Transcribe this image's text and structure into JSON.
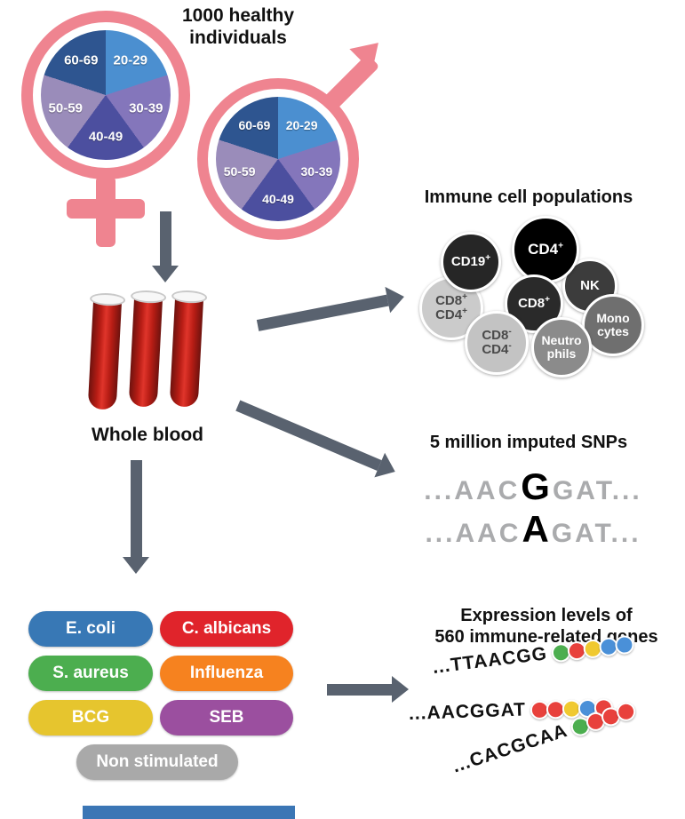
{
  "header": {
    "title_line1": "1000 healthy",
    "title_line2": "individuals"
  },
  "demographics": {
    "age_groups": [
      "20-29",
      "30-39",
      "40-49",
      "50-59",
      "60-69"
    ],
    "pie_colors": {
      "age_20_29": "#4b8fd0",
      "age_30_39": "#8476bb",
      "age_40_49": "#4c4f9f",
      "age_50_59": "#9a8cba",
      "age_60_69": "#2e5590"
    },
    "gender_symbol_color": "#ef8490"
  },
  "blood": {
    "label": "Whole blood",
    "tube_color": "#b81d15"
  },
  "immune": {
    "title": "Immune cell populations",
    "cells": [
      {
        "base": "CD19",
        "sup": "+",
        "color": "#262626"
      },
      {
        "base": "CD4",
        "sup": "+",
        "color": "#000000"
      },
      {
        "base": "NK",
        "sup": "",
        "color": "#3c3c3c"
      },
      {
        "line1_base": "CD8",
        "line1_sup": "+",
        "line2_base": "CD4",
        "line2_sup": "+",
        "color": "#cbcbcb"
      },
      {
        "base": "CD8",
        "sup": "+",
        "color": "#2a2a2a"
      },
      {
        "line1": "Mono",
        "line2": "cytes",
        "color": "#6f6f6f"
      },
      {
        "line1_base": "CD8",
        "line1_sup": "-",
        "line2_base": "CD4",
        "line2_sup": "-",
        "color": "#c3c3c3"
      },
      {
        "line1": "Neutro",
        "line2": "phils",
        "color": "#8b8b8b"
      }
    ]
  },
  "snps": {
    "title": "5 million imputed SNPs",
    "sequences": [
      {
        "prefix": "...AAC",
        "variant": "G",
        "suffix": "GAT..."
      },
      {
        "prefix": "...AAC",
        "variant": "A",
        "suffix": "GAT..."
      }
    ]
  },
  "stimulations": {
    "items": [
      {
        "label": "E. coli",
        "color": "#3878b5"
      },
      {
        "label": "C. albicans",
        "color": "#e0242b"
      },
      {
        "label": "S. aureus",
        "color": "#4cae4f"
      },
      {
        "label": "Influenza",
        "color": "#f6821f"
      },
      {
        "label": "BCG",
        "color": "#e6c52e"
      },
      {
        "label": "SEB",
        "color": "#9b4f9f"
      },
      {
        "label": "Non stimulated",
        "color": "#a9a9a9"
      }
    ]
  },
  "expression": {
    "title_line1": "Expression levels of",
    "title_line2": "560 immune-related genes",
    "reads": [
      {
        "sequence": "...TTAACGG",
        "dots": [
          "green",
          "red",
          "yellow",
          "blue",
          "blue"
        ]
      },
      {
        "sequence": "...AACGGAT",
        "dots": [
          "red",
          "red",
          "yellow",
          "blue",
          "red"
        ]
      },
      {
        "sequence": "...CACGCAA",
        "dots": [
          "green",
          "red",
          "red",
          "red"
        ]
      }
    ],
    "dot_colors": {
      "green": "#4cae4f",
      "red": "#e8413c",
      "yellow": "#f0c930",
      "blue": "#4a90d8"
    }
  },
  "misc": {
    "arrow_color": "#59626f",
    "footer_bar_color": "#3b76b5"
  }
}
